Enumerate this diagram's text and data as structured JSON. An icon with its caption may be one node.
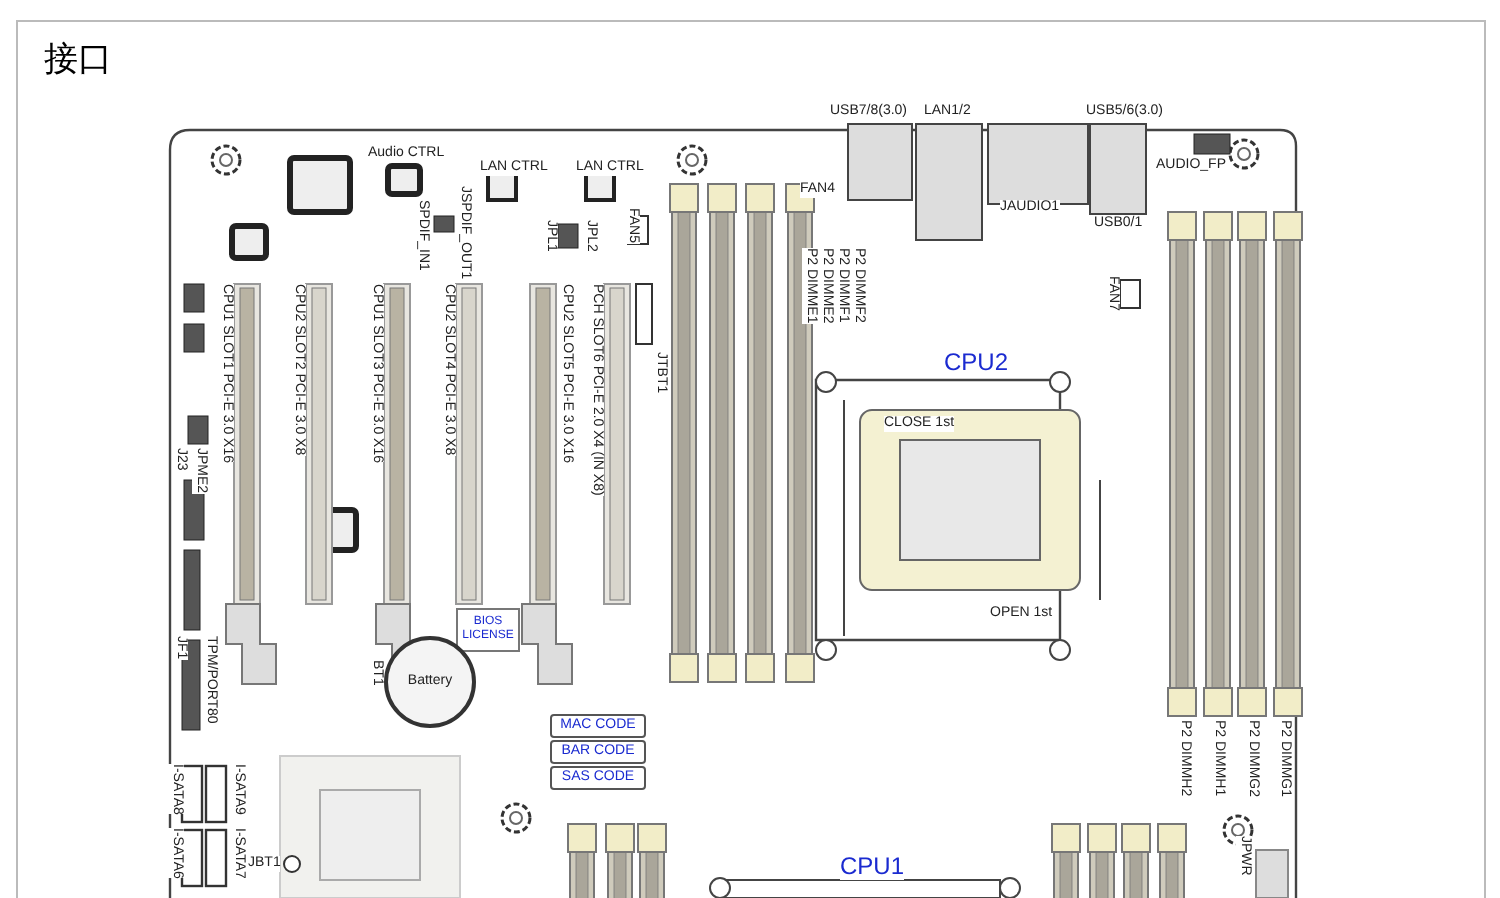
{
  "diagram": {
    "title": "接口",
    "nodes": [
      {
        "text": [
          "BIOS LICENSE"
        ]
      },
      {
        "text": [
          "Battery"
        ]
      },
      {
        "text": [
          "MAC CODE"
        ]
      },
      {
        "text": [
          "BAR CODE"
        ]
      },
      {
        "text": [
          "SAS CODE"
        ]
      }
    ],
    "labels": [
      "Audio CTRL",
      "LAN CTRL",
      "LAN CTRL",
      "USB7/8(3.0)",
      "LAN1/2",
      "USB5/6(3.0)",
      "AUDIO_FP",
      "SPDIF_IN1",
      "JSPDIF_OUT1",
      "JPL1",
      "JPL2",
      "FAN5",
      "FAN4",
      "JAUDIO1",
      "USB0/1",
      "P2 DIMMF2",
      "P2 DIMMF1",
      "P2 DIMME2",
      "P2 DIMME1",
      "FAN7",
      "CPU1 SLOT1 PCI-E 3.0 X16",
      "CPU2 SLOT2 PCI-E 3.0 X8",
      "CPU1 SLOT3 PCI-E 3.0 X16",
      "CPU2 SLOT4 PCI-E 3.0 X8",
      "CPU2 SLOT5 PCI-E 3.0 X16",
      "PCH SLOT6 PCI-E 2.0 X4 (IN X8)",
      "JTBT1",
      "CPU2",
      "CLOSE 1st",
      "JPME2",
      "J23",
      "TPM/PORT80",
      "JF1",
      "OPEN 1st",
      "BT1",
      "P2 DIMMH2",
      "P2 DIMMH1",
      "P2 DIMMG2",
      "P2 DIMMG1",
      "I-SATA9",
      "I-SATA8",
      "I-SATA7",
      "I-SATA6",
      "JBT1",
      "CPU1",
      "JPWR"
    ]
  }
}
